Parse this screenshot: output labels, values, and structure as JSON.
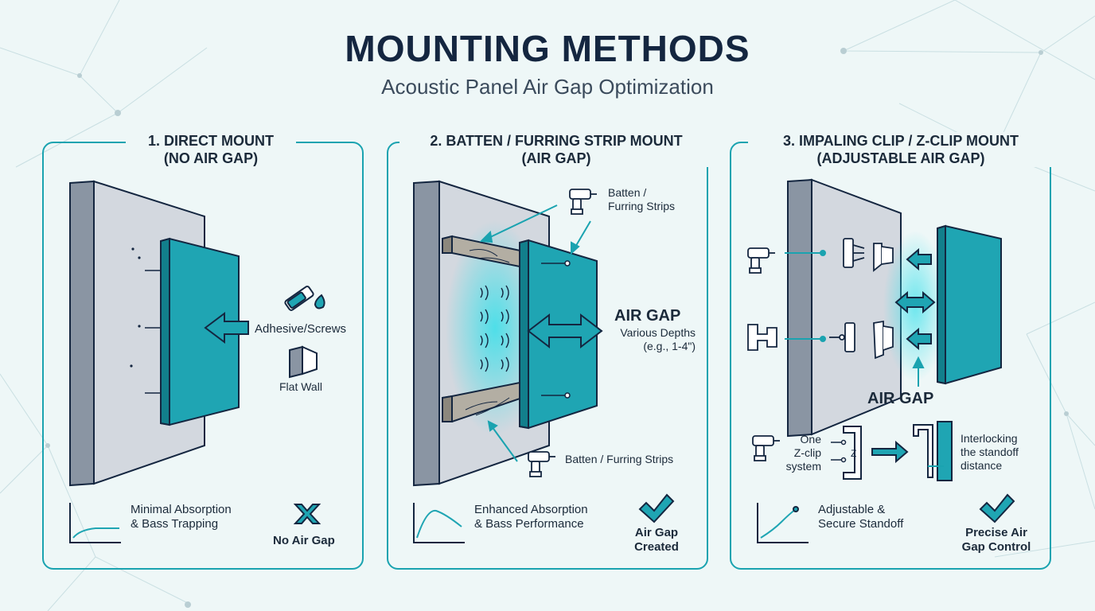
{
  "header": {
    "title": "MOUNTING METHODS",
    "subtitle": "Acoustic Panel Air Gap Optimization"
  },
  "panels": [
    {
      "title": "1. DIRECT MOUNT\n(NO AIR GAP)",
      "labels": {
        "adhesive": "Adhesive/Screws",
        "flat_wall": "Flat Wall"
      },
      "footer": {
        "description": "Minimal Absorption\n& Bass Trapping",
        "status_icon": "x-icon",
        "status": "No Air Gap"
      }
    },
    {
      "title": "2. BATTEN / FURRING STRIP MOUNT\n(AIR GAP)",
      "labels": {
        "batten_top": "Batten /\nFurring Strips",
        "batten_bottom": "Batten / Furring Strips",
        "air_gap": "AIR GAP",
        "depths": "Various Depths\n(e.g., 1-4\")"
      },
      "footer": {
        "description": "Enhanced Absorption\n& Bass Performance",
        "status_icon": "check-icon",
        "status": "Air Gap\nCreated"
      }
    },
    {
      "title": "3. IMPALING CLIP / Z-CLIP MOUNT\n(ADJUSTABLE AIR GAP)",
      "labels": {
        "air_gap": "AIR GAP",
        "zclip_system": "One\nZ-clip\nsystem",
        "interlocking": "Interlocking\nthe standoff\ndistance"
      },
      "footer": {
        "description": "Adjustable &\nSecure Standoff",
        "status_icon": "check-icon",
        "status": "Precise Air\nGap Control"
      }
    }
  ],
  "colors": {
    "accent": "#1aa3b0",
    "panel_fill": "#1fa5b3",
    "wall_face": "#d3d8df",
    "wall_side": "#8a95a3",
    "ink": "#142640",
    "wood": "#b3aea3"
  }
}
